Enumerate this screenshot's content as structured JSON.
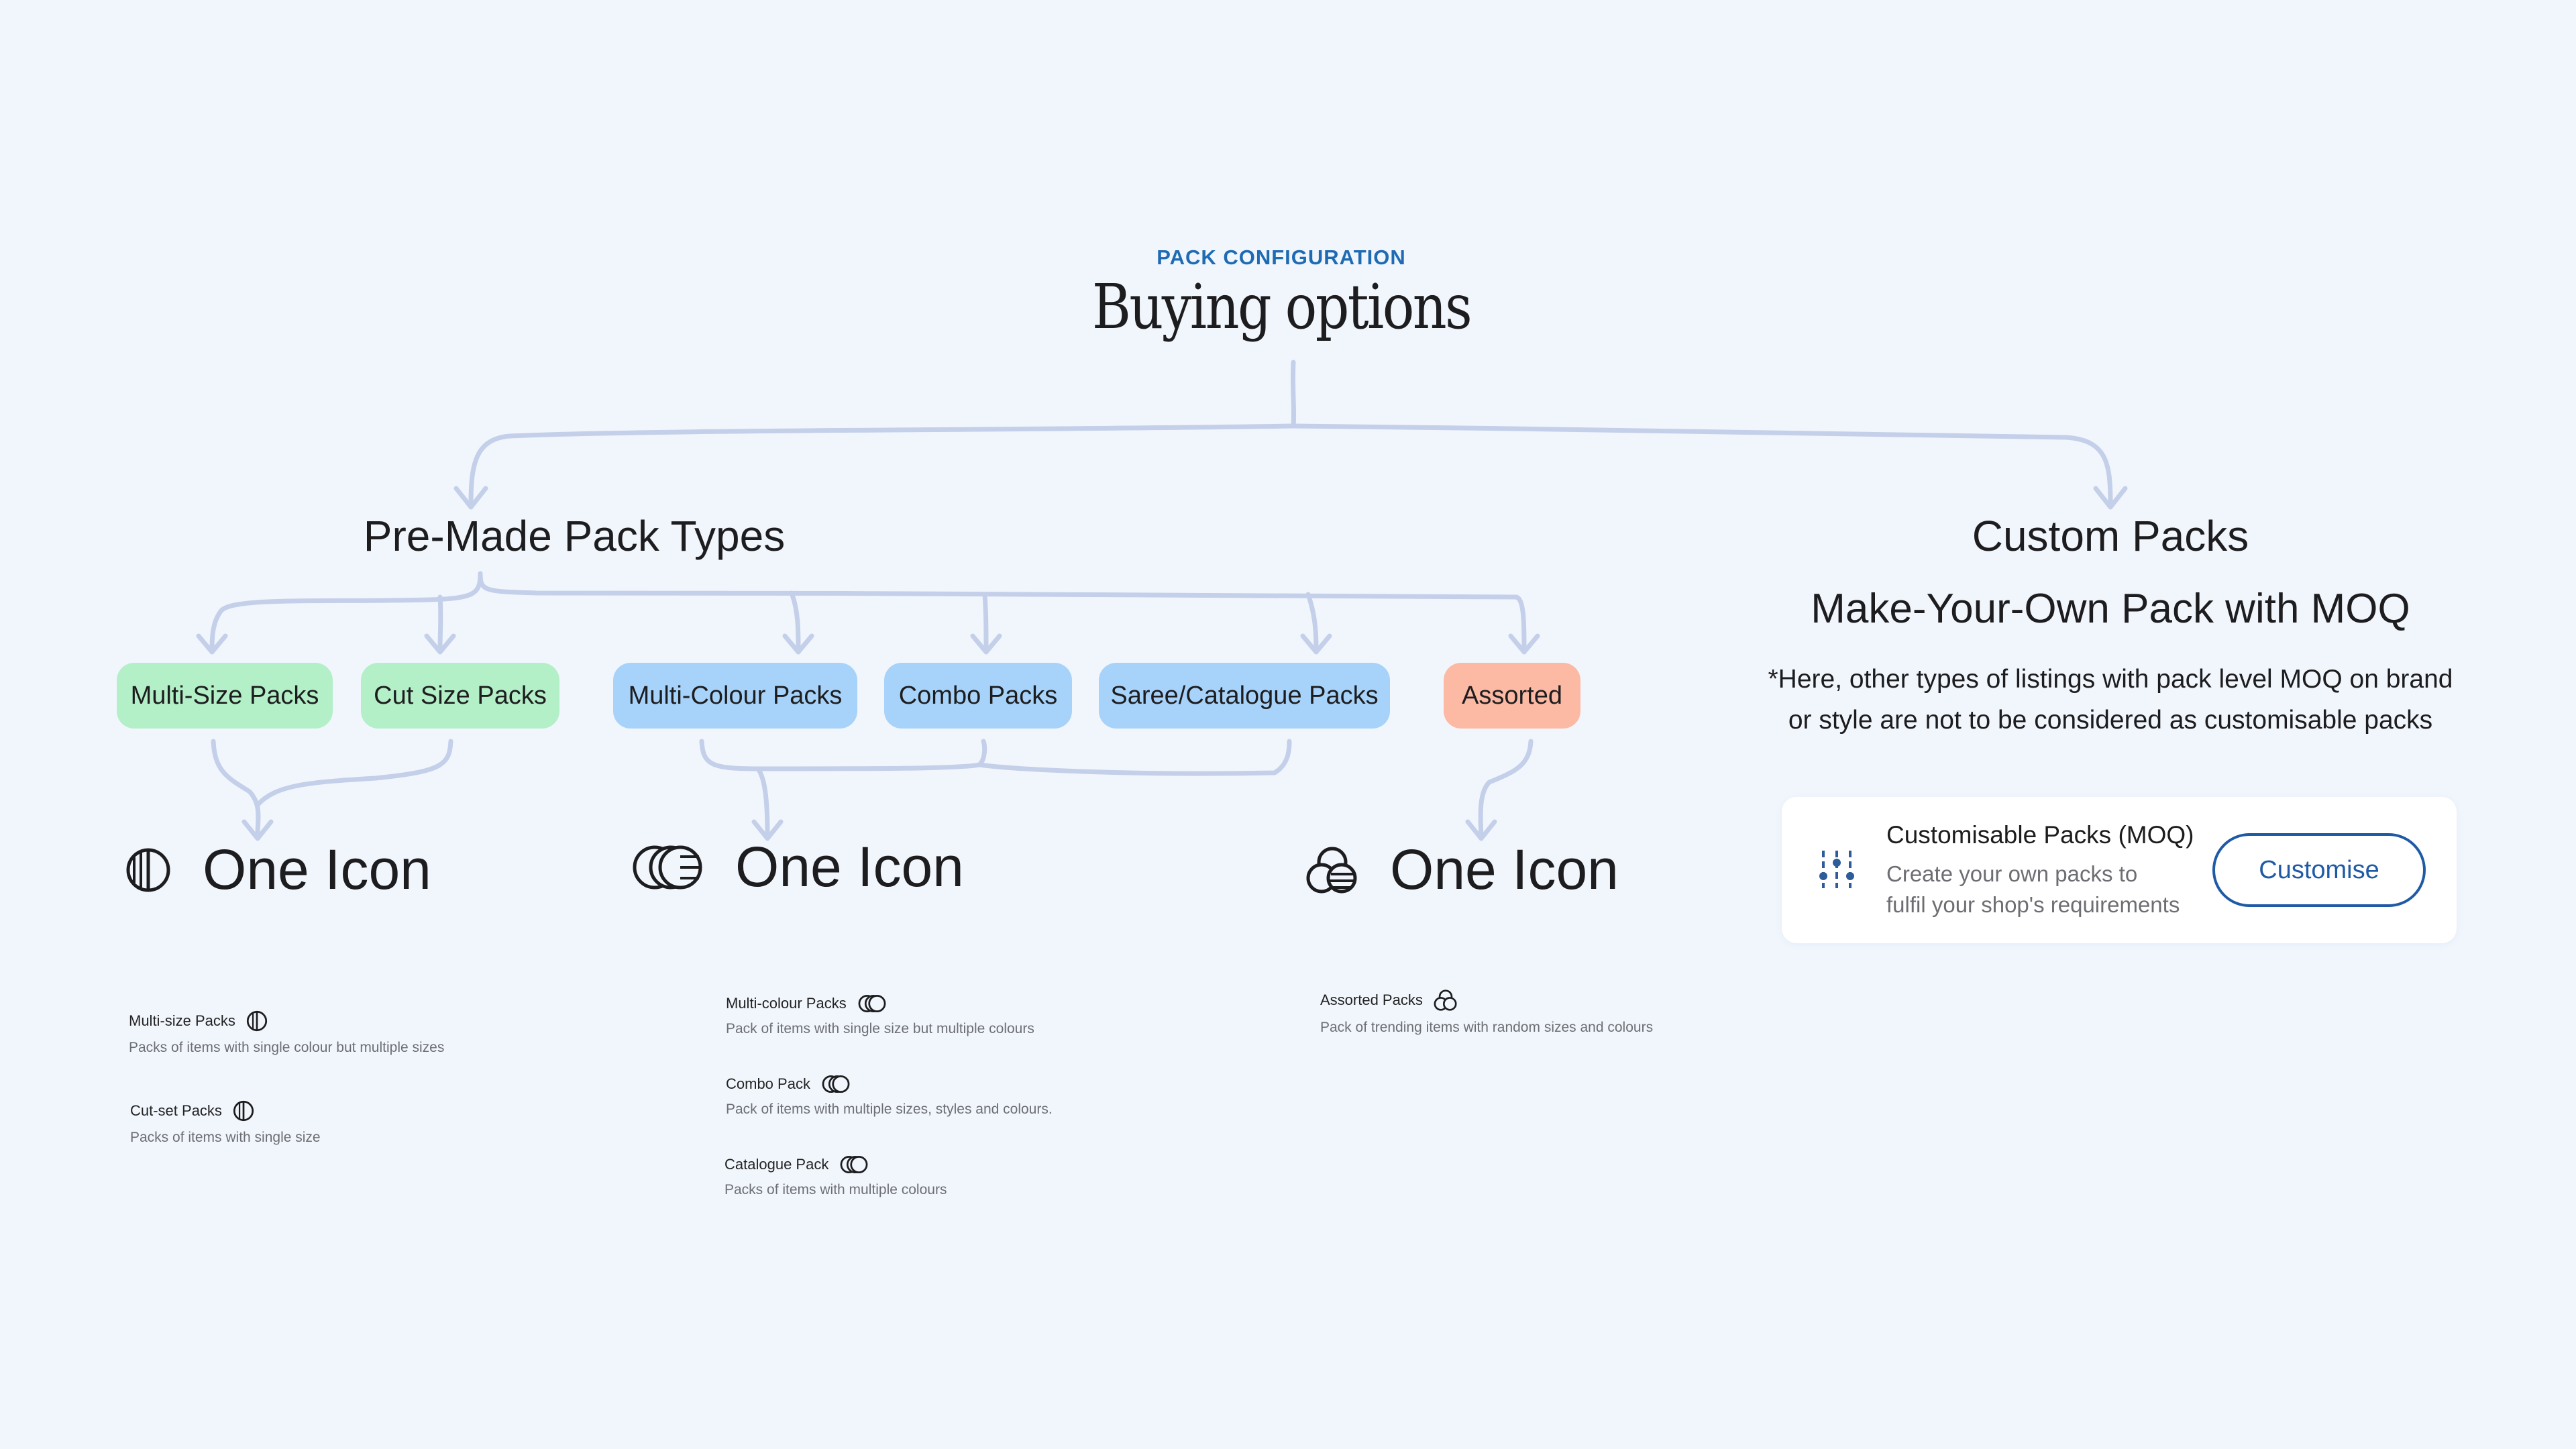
{
  "header": {
    "eyebrow": "PACK CONFIGURATION",
    "title": "Buying options"
  },
  "premade": {
    "title": "Pre-Made Pack Types",
    "pills": [
      {
        "label": "Multi-Size Packs",
        "color": "#b3efc7"
      },
      {
        "label": "Cut Size Packs",
        "color": "#b3efc7"
      },
      {
        "label": "Multi-Colour Packs",
        "color": "#a7d3fa"
      },
      {
        "label": "Combo Packs",
        "color": "#a7d3fa"
      },
      {
        "label": "Saree/Catalogue Packs",
        "color": "#a7d3fa"
      },
      {
        "label": "Assorted",
        "color": "#fcb9a4"
      }
    ],
    "groups": [
      {
        "icon": "half-striped-circle-icon",
        "label": "One Icon",
        "legend": [
          {
            "name": "Multi-size Packs",
            "desc": "Packs of items with single colour but multiple sizes"
          },
          {
            "name": "Cut-set Packs",
            "desc": "Packs of items with single size"
          }
        ]
      },
      {
        "icon": "overlapping-circles-icon",
        "label": "One Icon",
        "legend": [
          {
            "name": "Multi-colour Packs",
            "desc": "Pack of items with single size but multiple colours"
          },
          {
            "name": "Combo Pack",
            "desc": "Pack of items with multiple sizes, styles and colours."
          },
          {
            "name": "Catalogue Pack",
            "desc": "Packs of items with multiple colours"
          }
        ]
      },
      {
        "icon": "stacked-circles-icon",
        "label": "One Icon",
        "legend": [
          {
            "name": "Assorted Packs",
            "desc": "Pack of trending items with random sizes and colours"
          }
        ]
      }
    ]
  },
  "custom": {
    "title": "Custom Packs",
    "subtitle": "Make-Your-Own Pack with MOQ",
    "note_line1": "*Here, other types of listings with pack level MOQ on brand",
    "note_line2": "or style are not to be considered as customisable packs",
    "card": {
      "icon": "sliders-icon",
      "title": "Customisable Packs (MOQ)",
      "desc_line1": "Create your own packs to",
      "desc_line2": "fulfil your shop's requirements",
      "button": "Customise"
    }
  },
  "colors": {
    "background": "#f1f6fd",
    "accent": "#1f6bb3",
    "connector": "#c4cfe9",
    "button_border": "#1f5aa6"
  }
}
